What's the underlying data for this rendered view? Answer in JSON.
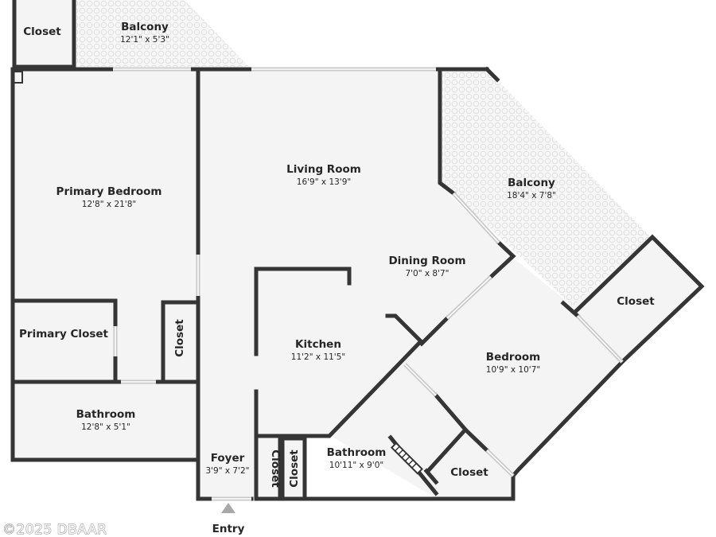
{
  "rooms": {
    "closet_top": {
      "name": "Closet"
    },
    "balcony_top": {
      "name": "Balcony",
      "dims": "12'1\" x 5'3\""
    },
    "living_room": {
      "name": "Living Room",
      "dims": "16'9\" x 13'9\""
    },
    "balcony_right": {
      "name": "Balcony",
      "dims": "18'4\" x 7'8\""
    },
    "primary_bedroom": {
      "name": "Primary Bedroom",
      "dims": "12'8\" x 21'8\""
    },
    "dining_room": {
      "name": "Dining Room",
      "dims": "7'0\" x 8'7\""
    },
    "closet_right": {
      "name": "Closet"
    },
    "primary_closet": {
      "name": "Primary Closet"
    },
    "closet_vertical_left": {
      "name": "Closet"
    },
    "kitchen": {
      "name": "Kitchen",
      "dims": "11'2\" x 11'5\""
    },
    "bedroom": {
      "name": "Bedroom",
      "dims": "10'9\" x 10'7\""
    },
    "bathroom_primary": {
      "name": "Bathroom",
      "dims": "12'8\" x 5'1\""
    },
    "bathroom_second": {
      "name": "Bathroom",
      "dims": "10'11\" x 9'0\""
    },
    "foyer": {
      "name": "Foyer",
      "dims": "3'9\" x 7'2\""
    },
    "closet_foyer_1": {
      "name": "Closet"
    },
    "closet_foyer_2": {
      "name": "Closet"
    },
    "closet_bottom": {
      "name": "Closet"
    }
  },
  "entry": {
    "label": "Entry"
  },
  "watermark": {
    "text": "©2025 DBAAR"
  },
  "colors": {
    "wall": "#353535",
    "floor": "#f4f4f4",
    "window": "#c8c8c8",
    "balcony_tile": "#e2e2e2"
  }
}
